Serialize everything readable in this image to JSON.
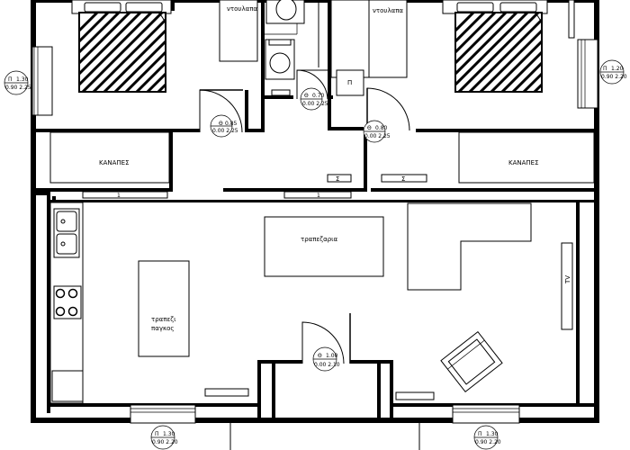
{
  "labels": {
    "wardrobe": "ντουλαπα",
    "sofa": "ΚΑΝΑΠΕΣ",
    "dining": "τραπεζαρια",
    "island_line1": "τραπεζι",
    "island_line2": "παγκος",
    "tv": "TV",
    "shelf_sigma": "Σ",
    "door_pi": "Π",
    "window_p": "Π",
    "door_theta": "Θ",
    "soffit_mark": "1"
  },
  "windows": {
    "left": {
      "type": "Π",
      "w": "1.30",
      "dims": "0.90 2.25"
    },
    "right": {
      "type": "Π",
      "w": "1.20",
      "dims": "0.90 2.20"
    },
    "bottom_left": {
      "type": "Π",
      "w": "1.30",
      "dims": "0.90 2.20"
    },
    "bottom_right": {
      "type": "Π",
      "w": "1.30",
      "dims": "0.90 2.20"
    }
  },
  "doors": {
    "bed_left": {
      "type": "Θ",
      "w": "0.85",
      "dims": "0.00 2.25"
    },
    "bath": {
      "type": "Θ",
      "w": "0.70",
      "dims": "0.00 2.25"
    },
    "bed_right": {
      "type": "Θ",
      "w": "0.80",
      "dims": "0.00 2.25"
    },
    "entrance": {
      "type": "Θ",
      "w": "1.00",
      "dims": "0.00 2.10"
    }
  }
}
